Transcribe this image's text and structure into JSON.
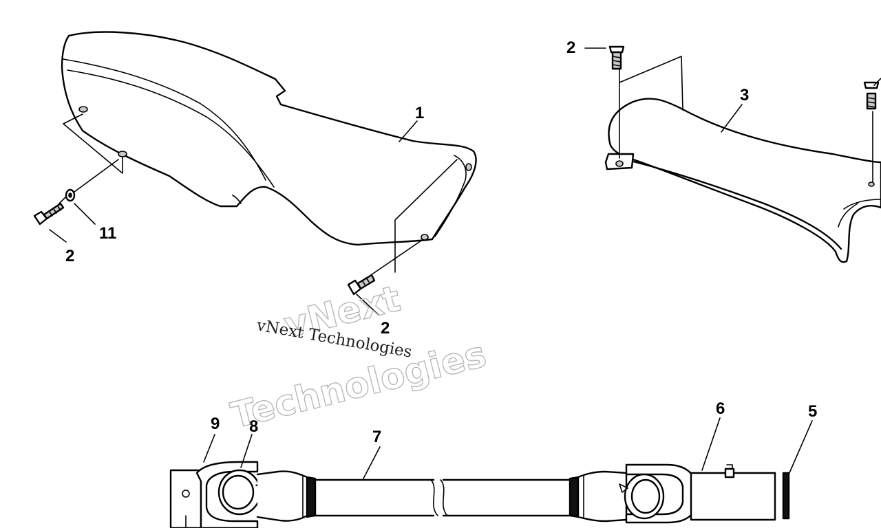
{
  "callouts": {
    "c1": "1",
    "c2a": "2",
    "c2b": "2",
    "c2c": "2",
    "c3": "3",
    "c5": "5",
    "c6": "6",
    "c7": "7",
    "c8": "8",
    "c9": "9",
    "c11": "11"
  },
  "watermark": {
    "small": "vNext Technologies",
    "big_line1": "vNext",
    "big_line2": "Technologies"
  }
}
